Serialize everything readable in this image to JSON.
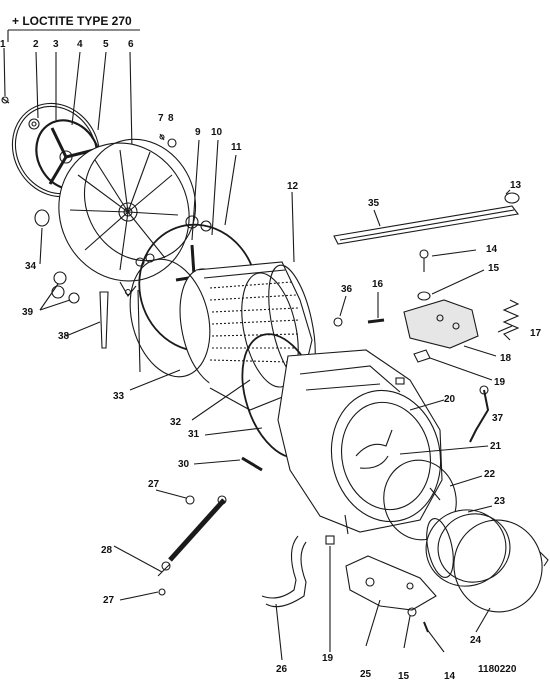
{
  "header": {
    "note": "+ LOCTITE TYPE 270"
  },
  "drawing_ref": "1180220",
  "labels": [
    "1",
    "2",
    "3",
    "4",
    "5",
    "6",
    "7",
    "8",
    "9",
    "10",
    "11",
    "12",
    "13",
    "14",
    "15",
    "16",
    "17",
    "18",
    "19",
    "20",
    "21",
    "22",
    "23",
    "24",
    "25",
    "26",
    "27",
    "28",
    "30",
    "31",
    "32",
    "33",
    "34",
    "35",
    "36",
    "37",
    "38",
    "39",
    "14",
    "15",
    "19",
    "27"
  ],
  "colors": {
    "line": "#1a1a1a",
    "fill": "#ffffff",
    "shade": "#e6e6e6"
  }
}
